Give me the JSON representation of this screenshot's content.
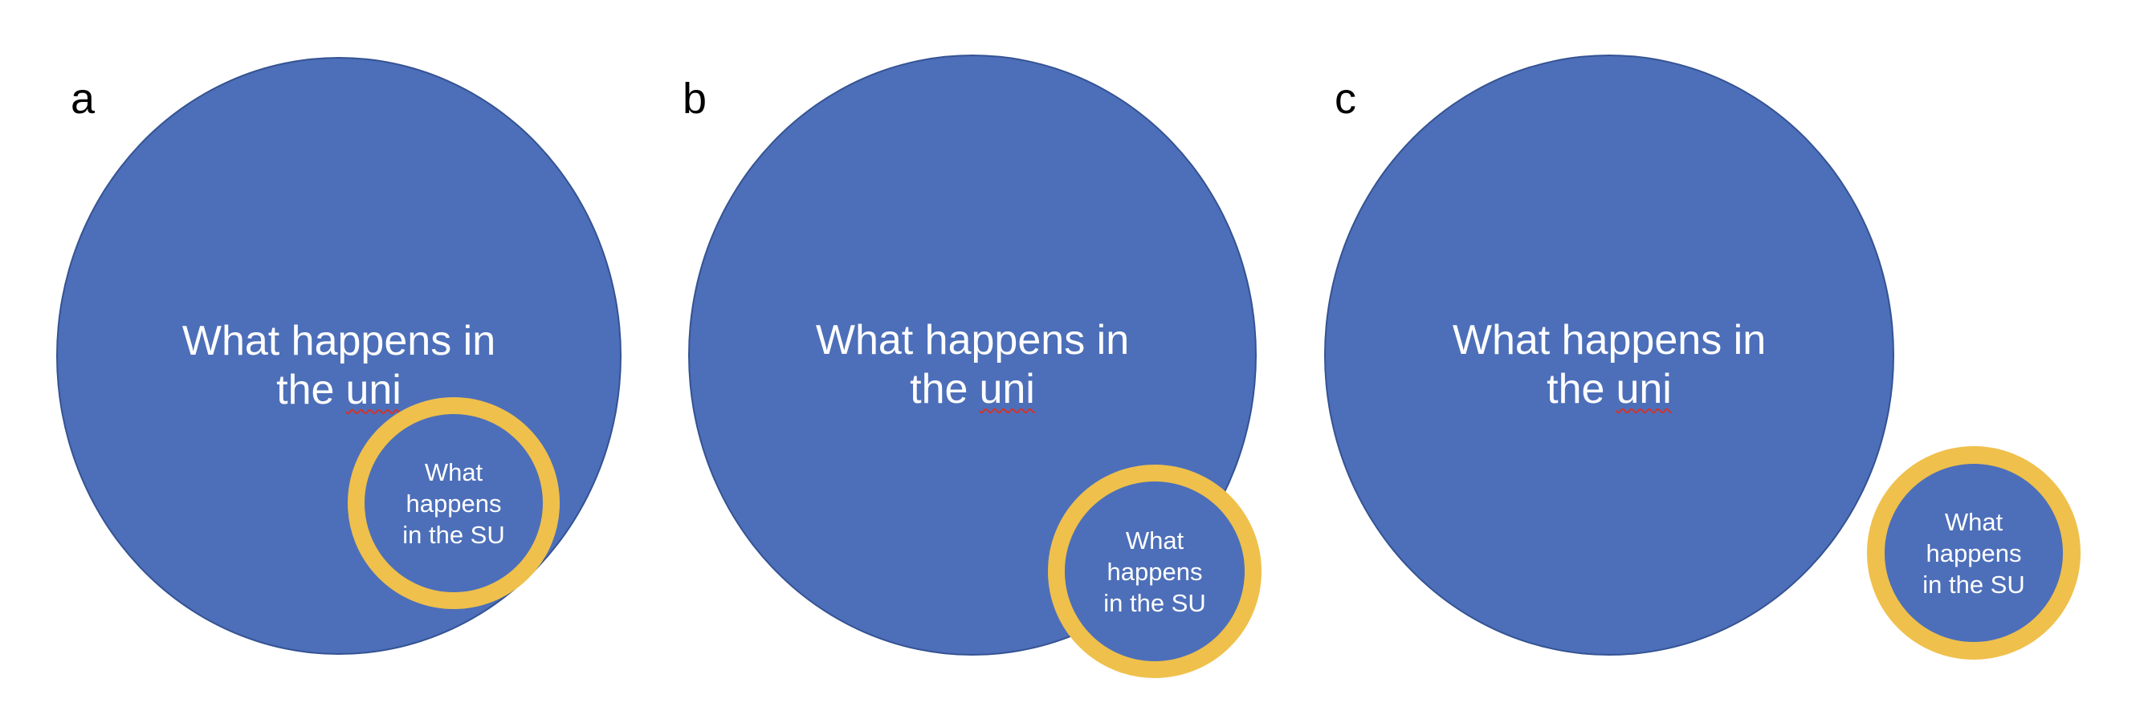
{
  "colors": {
    "background": "#ffffff",
    "circle_fill": "#4d6fb9",
    "circle_border": "#355393",
    "ring": "#efc04b",
    "text": "#ffffff",
    "label": "#000000",
    "squiggle": "#d0342c"
  },
  "panels": [
    {
      "label": "a",
      "relation": "su-circle-fully-inside-uni-circle",
      "uni": {
        "line1": "What happens in",
        "line2_pre": "the",
        "line2_word": "uni"
      },
      "su": {
        "line1": "What",
        "line2": "happens",
        "line3": "in the SU"
      }
    },
    {
      "label": "b",
      "relation": "su-circle-overlapping-uni-circle-edge",
      "uni": {
        "line1": "What happens in",
        "line2_pre": "the",
        "line2_word": "uni"
      },
      "su": {
        "line1": "What",
        "line2": "happens",
        "line3": "in the SU"
      }
    },
    {
      "label": "c",
      "relation": "su-circle-outside-uni-circle",
      "uni": {
        "line1": "What happens in",
        "line2_pre": "the",
        "line2_word": "uni"
      },
      "su": {
        "line1": "What",
        "line2": "happens",
        "line3": "in the SU"
      }
    }
  ]
}
